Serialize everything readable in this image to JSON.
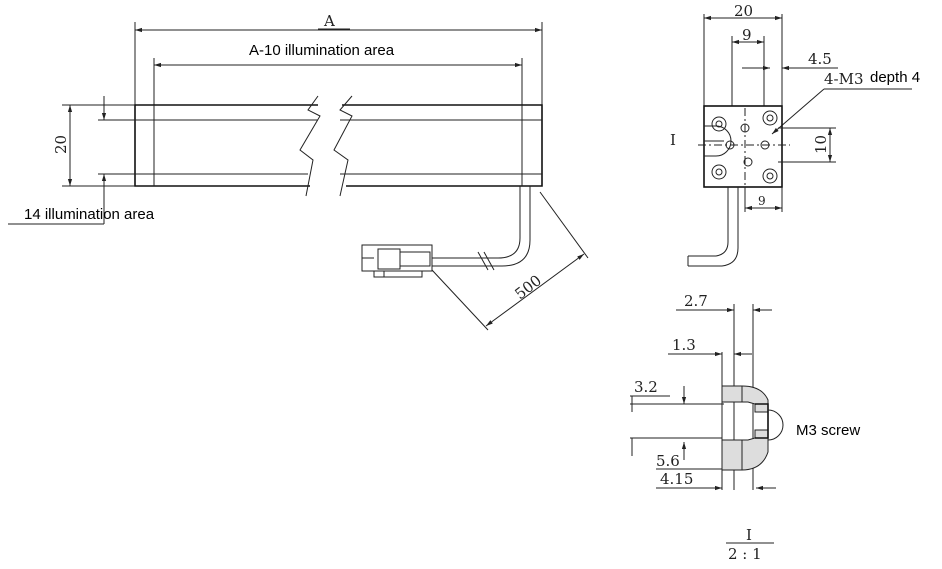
{
  "front_view": {
    "length_label": "A",
    "illum_label": "A-10 illumination area",
    "height_label": "20",
    "illum_width_label": "14 illumination area",
    "cable_label": "500"
  },
  "side_view": {
    "width_label": "20",
    "hole_offset_label": "9",
    "edge_offset_label": "4.5",
    "thread_label": "4-M3",
    "depth_label": "depth 4",
    "hole_spacing_label": "10",
    "bottom_offset_label": "9",
    "detail_marker": "I"
  },
  "detail_view": {
    "dim_2_7": "2.7",
    "dim_1_3": "1.3",
    "dim_3_2": "3.2",
    "dim_5_6": "5.6",
    "dim_4_15": "4.15",
    "screw_label": "M3 screw",
    "caption_marker": "I",
    "scale": "2 : 1"
  }
}
